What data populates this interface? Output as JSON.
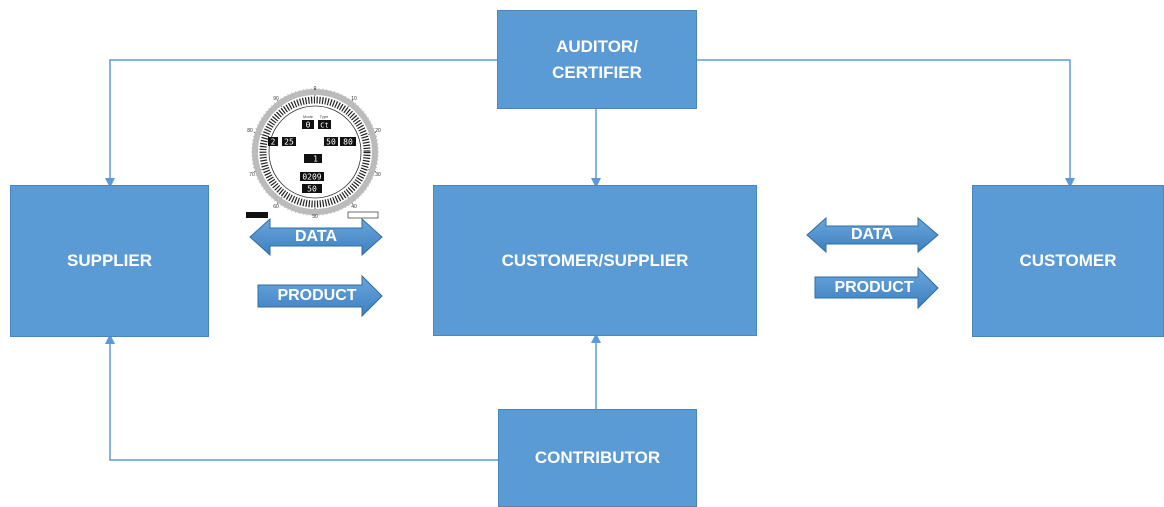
{
  "nodes": {
    "auditor": "AUDITOR/\nCERTIFIER",
    "supplier": "SUPPLIER",
    "center": "CUSTOMER/SUPPLIER",
    "customer": "CUSTOMER",
    "contributor": "CONTRIBUTOR"
  },
  "arrows": {
    "left_data": "DATA",
    "left_product": "PRODUCT",
    "right_data": "DATA",
    "right_product": "PRODUCT"
  },
  "gauge": {
    "outer_ticks": [
      "0",
      "10",
      "20",
      "30",
      "40",
      "50",
      "60",
      "70",
      "80",
      "90"
    ],
    "fields": {
      "mode_label": "Mode",
      "mode_value": "0",
      "type_label": "Type",
      "type_value": "Ct",
      "v1_value": "2",
      "v2_value": "25",
      "v3_value": "50",
      "v4_value": "80",
      "v5_value": "1",
      "v6_value": "0209",
      "v7_value": "50"
    }
  },
  "colors": {
    "box_fill": "#5b9bd5",
    "box_border": "#4a86be",
    "connector": "#5b9bd5",
    "arrow_fill": "#4f8fcb",
    "arrow_dark": "#2e6ea6"
  }
}
